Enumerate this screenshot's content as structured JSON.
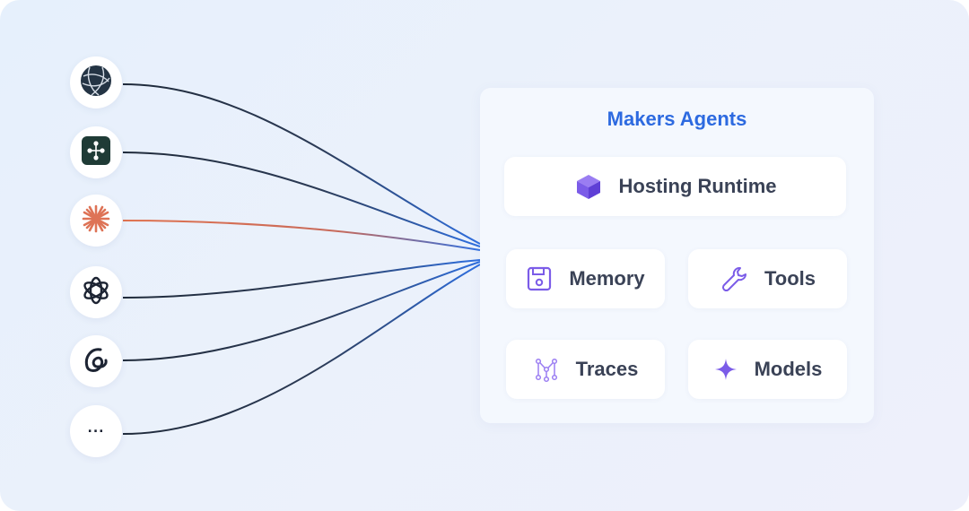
{
  "sources": [
    {
      "icon": "globe-icon"
    },
    {
      "icon": "flow-network-icon"
    },
    {
      "icon": "anthropic-asterisk-icon"
    },
    {
      "icon": "openai-knot-icon"
    },
    {
      "icon": "swirl-logo-icon"
    },
    {
      "icon": "more-icon",
      "label": "..."
    }
  ],
  "panel": {
    "title": "Makers Agents",
    "cards": {
      "hosting": {
        "label": "Hosting Runtime",
        "icon": "cube-icon"
      },
      "memory": {
        "label": "Memory",
        "icon": "floppy-disk-icon"
      },
      "tools": {
        "label": "Tools",
        "icon": "wrench-icon"
      },
      "traces": {
        "label": "Traces",
        "icon": "nodes-graph-icon"
      },
      "models": {
        "label": "Models",
        "icon": "sparkle-icon"
      }
    }
  },
  "colors": {
    "title": "#2d6ae0",
    "connector_dark": "#1f2a3a",
    "connector_blue": "#2f6fe0",
    "connector_orange": "#e0724f",
    "icon_purple": "#7b5ce8"
  }
}
